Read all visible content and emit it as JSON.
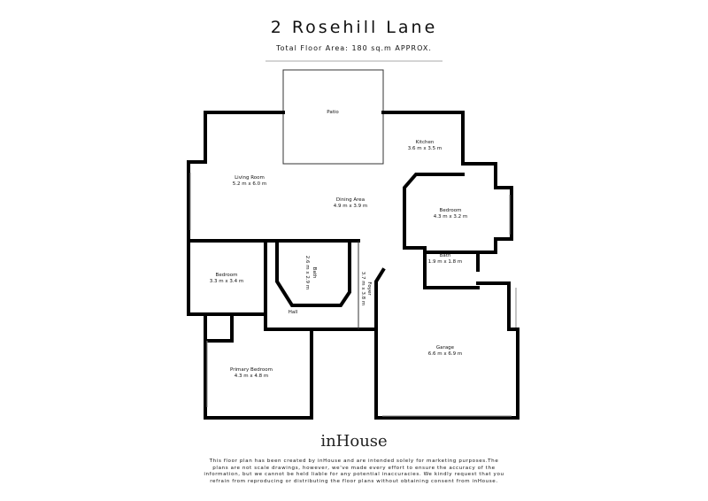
{
  "header": {
    "title": "2 Rosehill Lane",
    "subtitle": "Total Floor Area: 180 sq.m APPROX."
  },
  "rooms": [
    {
      "name": "Patio",
      "size": ""
    },
    {
      "name": "Kitchen",
      "size": "3.6 m x 3.5 m"
    },
    {
      "name": "Living Room",
      "size": "5.2 m x 6.0 m"
    },
    {
      "name": "Dining Area",
      "size": "4.9 m x 3.9 m"
    },
    {
      "name": "Bedroom",
      "size": "4.3 m x 3.2 m"
    },
    {
      "name": "Bath",
      "size": "1.9 m x 1.8 m"
    },
    {
      "name": "Bedroom",
      "size": "3.3 m x 3.4 m"
    },
    {
      "name": "Bath",
      "size": "2.6 m x 2.9 m"
    },
    {
      "name": "Foyer",
      "size": "3.7 m x 3.8 m"
    },
    {
      "name": "Hall",
      "size": ""
    },
    {
      "name": "Garage",
      "size": "6.6 m x 6.9 m"
    },
    {
      "name": "Primary Bedroom",
      "size": "4.3 m x 4.8 m"
    }
  ],
  "logo": "inHouse",
  "disclaimer": "This floor plan has been created by inHouse and are intended solely for marketing purposes.The plans are not scale drawings, however, we've made every effort to ensure the accuracy of the information, but we cannot be held liable for any potential inaccuracies. We kindly request that you refrain from reproducing or distributing the floor plans without obtaining consent from inHouse."
}
